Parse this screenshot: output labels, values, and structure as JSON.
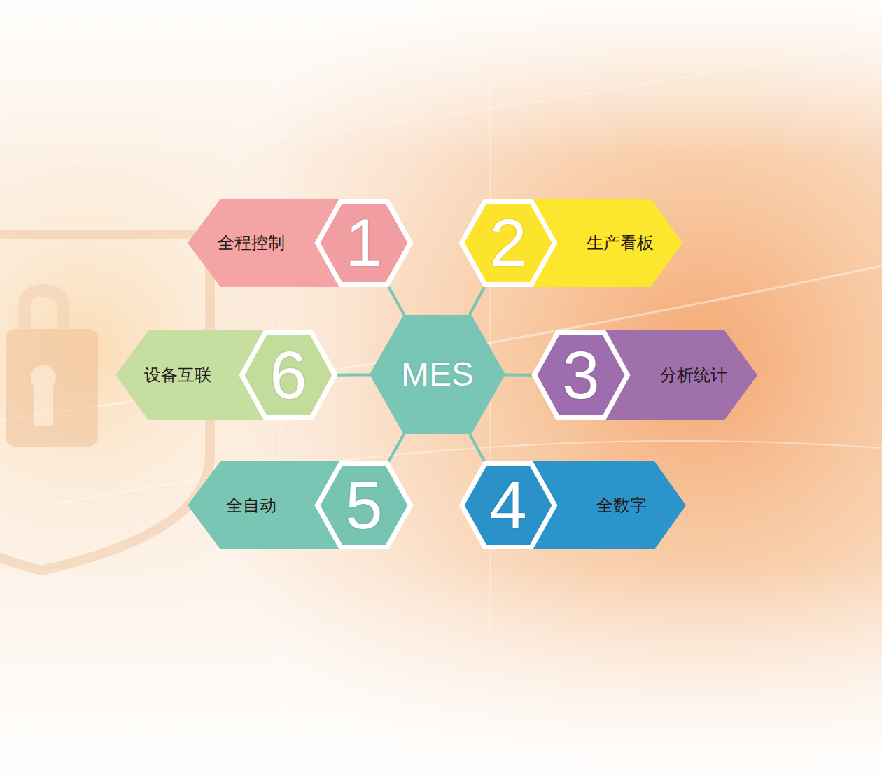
{
  "diagram": {
    "nodes": [
      {
        "text": [
          "MES"
        ]
      },
      {
        "text": [
          "1"
        ]
      },
      {
        "text": [
          "全程控制"
        ]
      },
      {
        "text": [
          "2"
        ]
      },
      {
        "text": [
          "生产看板"
        ]
      },
      {
        "text": [
          "3"
        ]
      },
      {
        "text": [
          "分析统计"
        ]
      },
      {
        "text": [
          "4"
        ]
      },
      {
        "text": [
          "全数字"
        ]
      },
      {
        "text": [
          "5"
        ]
      },
      {
        "text": [
          "全自动"
        ]
      },
      {
        "text": [
          "6"
        ]
      },
      {
        "text": [
          "设备互联"
        ]
      }
    ],
    "edges": [
      {
        "from": 0,
        "to": 1,
        "arrow": "none"
      },
      {
        "from": 0,
        "to": 3,
        "arrow": "none"
      },
      {
        "from": 0,
        "to": 5,
        "arrow": "none"
      },
      {
        "from": 0,
        "to": 7,
        "arrow": "none"
      },
      {
        "from": 0,
        "to": 9,
        "arrow": "none"
      },
      {
        "from": 0,
        "to": 11,
        "arrow": "none"
      }
    ]
  }
}
